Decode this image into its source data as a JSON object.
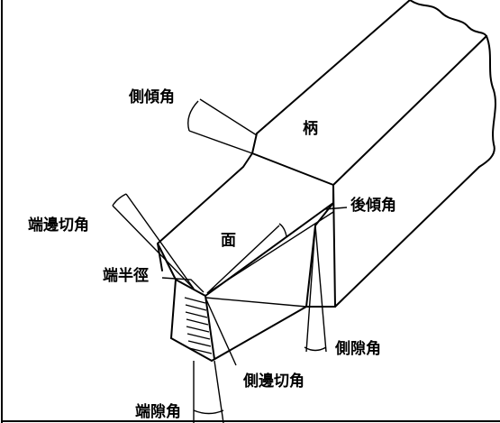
{
  "labels": {
    "side_rake_angle": "側傾角",
    "shank": "柄",
    "back_rake_angle": "後傾角",
    "end_cutting_edge_angle": "端邊切角",
    "face": "面",
    "nose_radius": "端半徑",
    "side_relief_angle": "側隙角",
    "side_cutting_edge_angle": "側邊切角",
    "end_relief_angle": "端隙角"
  }
}
